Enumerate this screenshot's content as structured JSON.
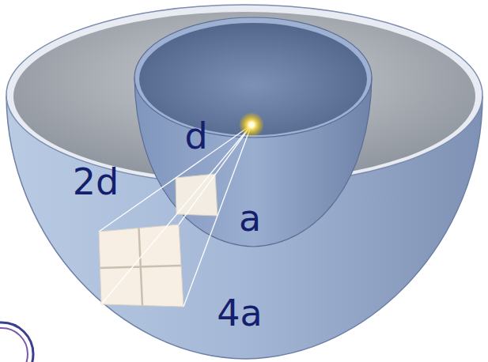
{
  "diagram": {
    "labels": [
      "d",
      "2d",
      "a",
      "4a"
    ]
  }
}
